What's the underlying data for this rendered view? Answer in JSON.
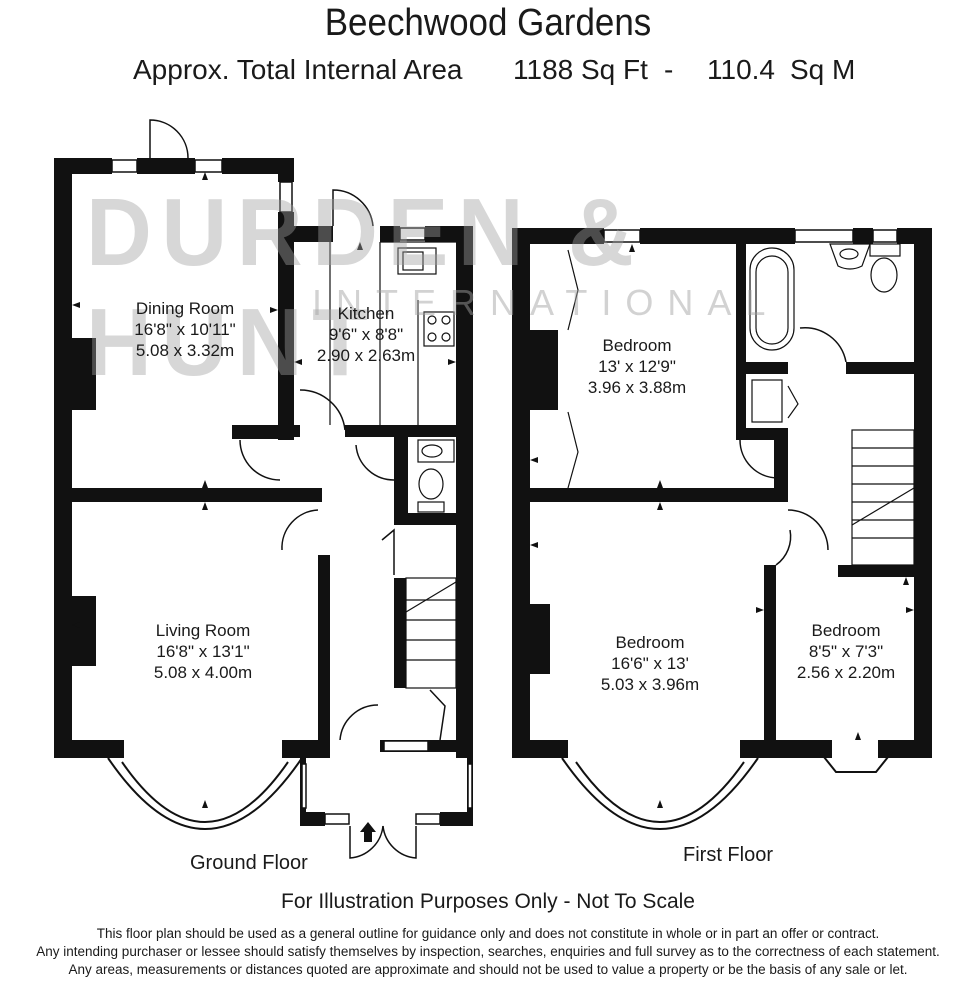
{
  "header": {
    "title": "Beechwood Gardens",
    "area_label": "Approx. Total Internal Area",
    "area_sqft": "1188 Sq Ft",
    "separator": "-",
    "area_sqm": "110.4",
    "area_sqm_unit": "Sq M"
  },
  "watermark": {
    "brand": "DURDEN & HUNT",
    "sub": "INTERNATIONAL"
  },
  "ground_floor": {
    "label": "Ground Floor",
    "rooms": [
      {
        "name": "Dining Room",
        "imperial": "16'8\" x 10'11\"",
        "metric": "5.08 x 3.32m"
      },
      {
        "name": "Kitchen",
        "imperial": "9'6\" x 8'8\"",
        "metric": "2.90 x 2.63m"
      },
      {
        "name": "Living Room",
        "imperial": "16'8\" x 13'1\"",
        "metric": "5.08 x 4.00m"
      }
    ]
  },
  "first_floor": {
    "label": "First Floor",
    "rooms": [
      {
        "name": "Bedroom",
        "imperial": "13' x 12'9\"",
        "metric": "3.96 x 3.88m"
      },
      {
        "name": "Bedroom",
        "imperial": "16'6\" x 13'",
        "metric": "5.03 x 3.96m"
      },
      {
        "name": "Bedroom",
        "imperial": "8'5\" x 7'3\"",
        "metric": "2.56 x 2.20m"
      }
    ]
  },
  "footer": {
    "notice": "For Illustration Purposes Only - Not To Scale",
    "legal_1": "This floor plan should be used as a general outline for guidance only and does not constitute in whole or in part an offer or contract.",
    "legal_2": "Any intending purchaser or lessee should satisfy themselves by inspection, searches, enquiries and full survey as to the correctness of each statement.",
    "legal_3": "Any areas, measurements or distances quoted are approximate and should not be used to value a property or be the basis of any sale or let."
  }
}
